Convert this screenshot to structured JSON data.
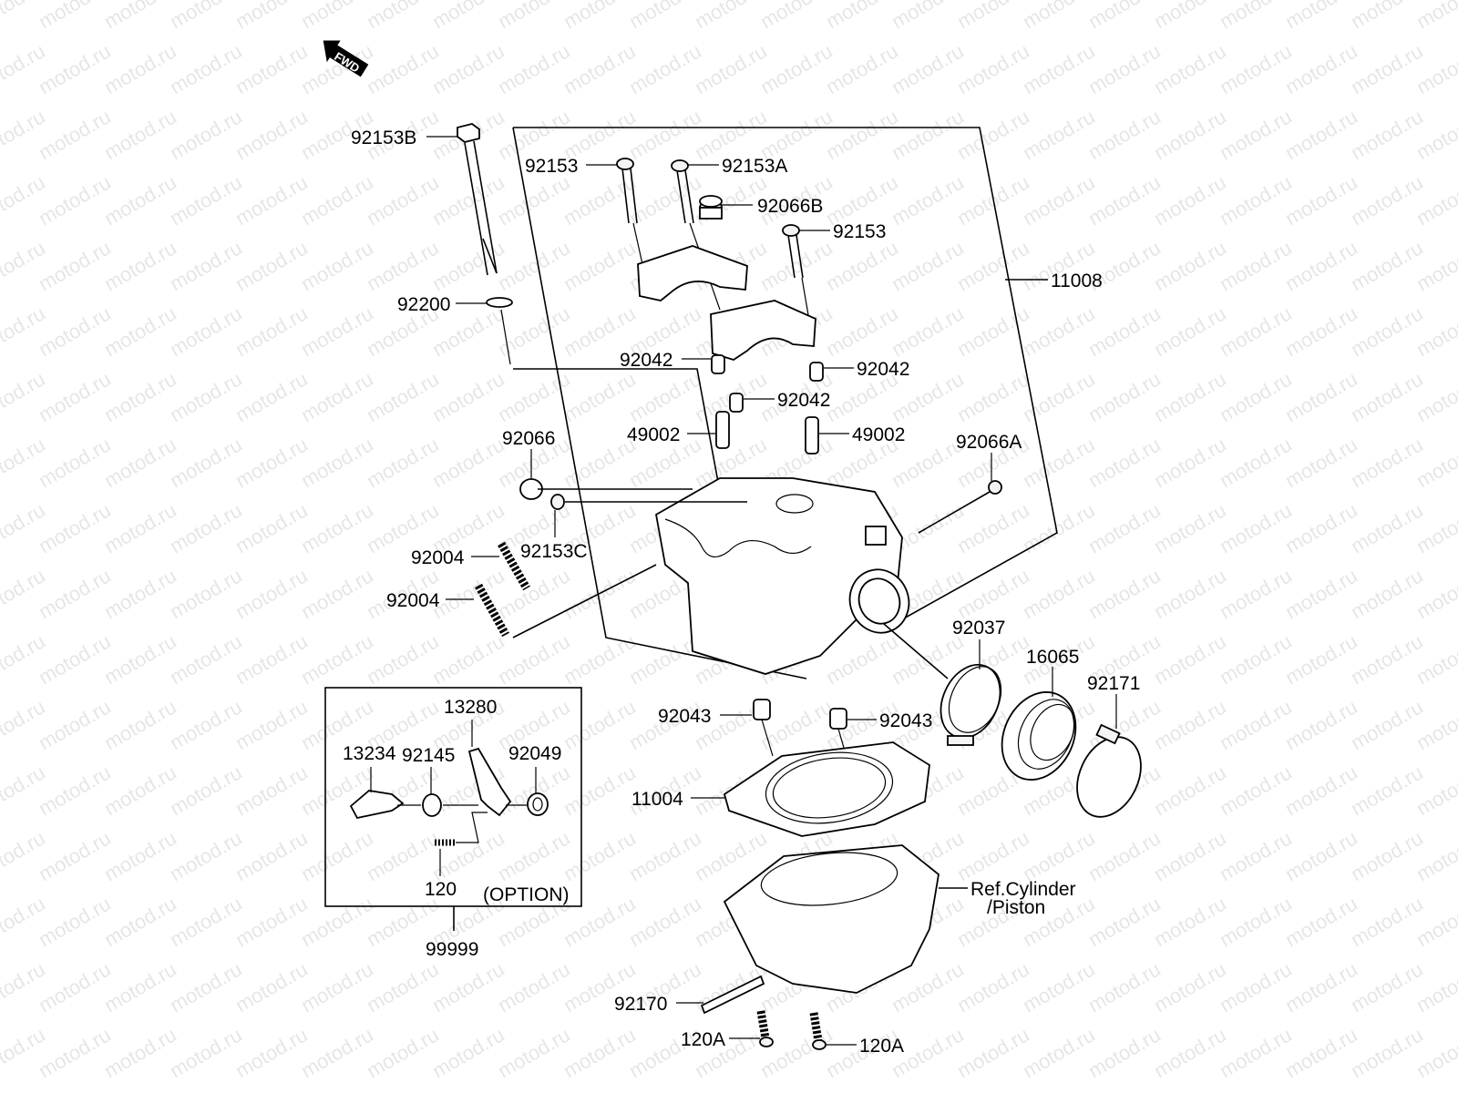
{
  "diagram": {
    "title": "Cylinder Head parts diagram",
    "watermark": "motod.ru",
    "fwd_label": "FWD",
    "option_label": "(OPTION)",
    "ref_label_line1": "Ref.Cylinder",
    "ref_label_line2": "/Piston",
    "parts": [
      {
        "id": "92153B"
      },
      {
        "id": "92153"
      },
      {
        "id": "92153A"
      },
      {
        "id": "92066B"
      },
      {
        "id": "92153"
      },
      {
        "id": "11008"
      },
      {
        "id": "92200"
      },
      {
        "id": "92042"
      },
      {
        "id": "92042"
      },
      {
        "id": "92042"
      },
      {
        "id": "49002"
      },
      {
        "id": "49002"
      },
      {
        "id": "92066"
      },
      {
        "id": "92066A"
      },
      {
        "id": "92153C"
      },
      {
        "id": "92004"
      },
      {
        "id": "92004"
      },
      {
        "id": "92037"
      },
      {
        "id": "16065"
      },
      {
        "id": "92171"
      },
      {
        "id": "92043"
      },
      {
        "id": "92043"
      },
      {
        "id": "11004"
      },
      {
        "id": "13280"
      },
      {
        "id": "13234"
      },
      {
        "id": "92145"
      },
      {
        "id": "92049"
      },
      {
        "id": "120"
      },
      {
        "id": "99999"
      },
      {
        "id": "92170"
      },
      {
        "id": "120A"
      },
      {
        "id": "120A"
      }
    ]
  }
}
